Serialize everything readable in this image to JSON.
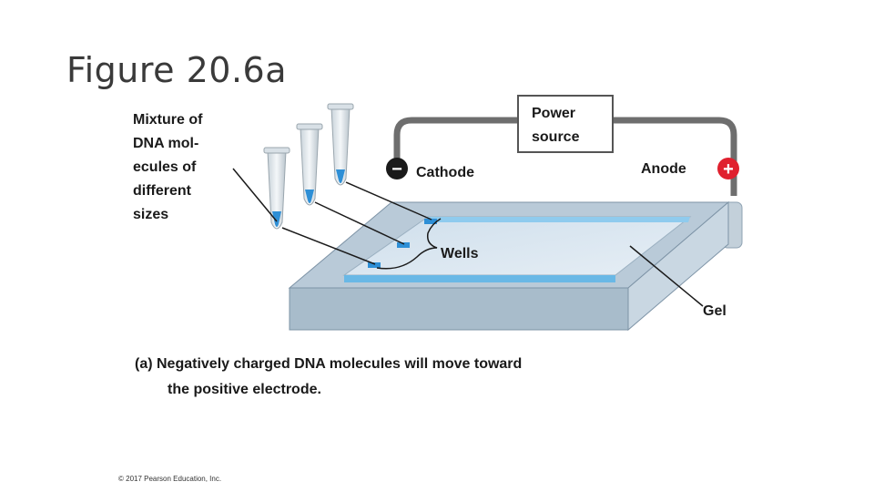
{
  "title": "Figure 20.6a",
  "labels": {
    "mixture": [
      "Mixture of",
      "DNA mol-",
      "ecules of",
      "different",
      "sizes"
    ],
    "power_source": [
      "Power",
      "source"
    ],
    "cathode": "Cathode",
    "anode": "Anode",
    "wells": "Wells",
    "gel": "Gel",
    "minus_sign": "−",
    "plus_sign": "+"
  },
  "caption": {
    "line1": "(a) Negatively charged DNA molecules will move toward",
    "line2": "the positive electrode."
  },
  "copyright": "© 2017 Pearson Education, Inc.",
  "colors": {
    "tray": "#b7c9d8",
    "gel": "#dbe8f2",
    "dna": "#2e8fd6",
    "wire": "#6e6e6e",
    "anode_terminal": "#e0202e",
    "cathode_terminal": "#1a1a1a"
  }
}
